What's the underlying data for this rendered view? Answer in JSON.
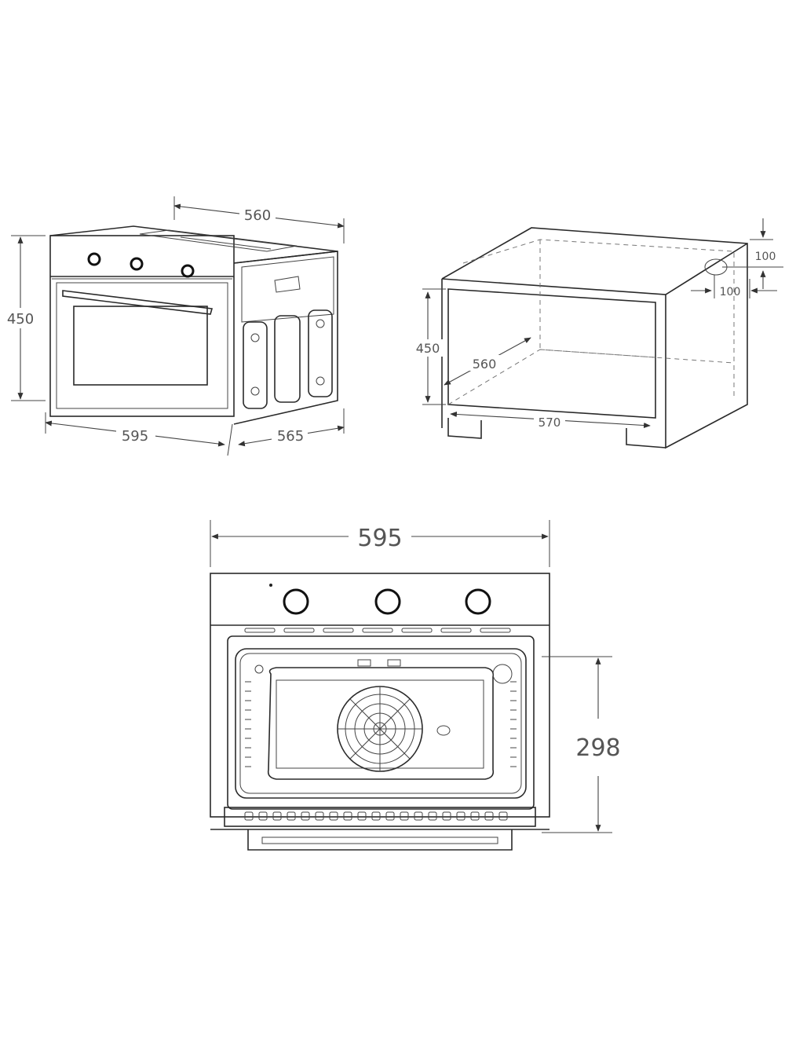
{
  "diagram": {
    "oven_3d": {
      "dim_depth_top": "560",
      "dim_height": "450",
      "dim_width": "595",
      "dim_depth_side": "565"
    },
    "cabinet_niche": {
      "dim_top_gap": "100",
      "dim_side_gap": "100",
      "dim_height": "450",
      "dim_depth": "560",
      "dim_width": "570"
    },
    "oven_front": {
      "dim_width": "595",
      "dim_cavity_height": "298"
    }
  }
}
